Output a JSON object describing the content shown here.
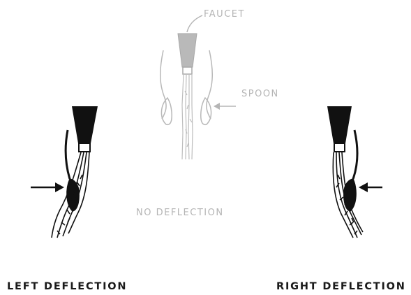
{
  "labels": {
    "faucet": "FAUCET",
    "spoon": "SPOON",
    "no_deflection": "NO DEFLECTION",
    "left_deflection": "LEFT DEFLECTION",
    "right_deflection": "RIGHT DEFLECTION"
  },
  "colors": {
    "faint_line": "#b8b8b8",
    "faucet_light": "#b9b9b9",
    "ink": "#111111",
    "background": "#ffffff"
  },
  "icons": [
    "faucet-icon",
    "spoon-icon",
    "water-stream",
    "arrow-icon"
  ]
}
